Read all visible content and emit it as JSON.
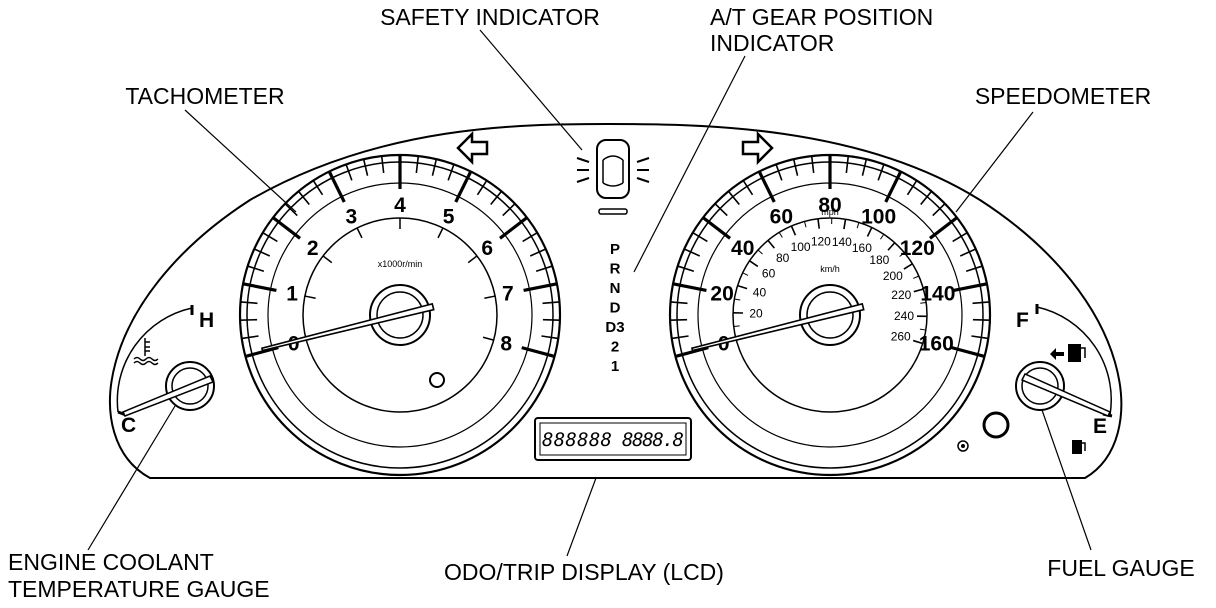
{
  "callouts": {
    "safety_indicator": "SAFETY INDICATOR",
    "gear_position_line1": "A/T GEAR POSITION",
    "gear_position_line2": "INDICATOR",
    "tachometer": "TACHOMETER",
    "speedometer": "SPEEDOMETER",
    "coolant_line1": "ENGINE COOLANT",
    "coolant_line2": "TEMPERATURE GAUGE",
    "odo_trip": "ODO/TRIP DISPLAY (LCD)",
    "fuel_gauge": "FUEL GAUGE"
  },
  "tachometer": {
    "unit": "x1000r/min",
    "numbers": [
      "0",
      "1",
      "2",
      "3",
      "4",
      "5",
      "6",
      "7",
      "8"
    ],
    "needle_value": 0
  },
  "speedometer": {
    "outer_unit": "mph",
    "inner_unit": "km/h",
    "outer_numbers": [
      "0",
      "20",
      "40",
      "60",
      "80",
      "100",
      "120",
      "140",
      "160"
    ],
    "inner_numbers": [
      "20",
      "40",
      "60",
      "80",
      "100",
      "120",
      "140",
      "160",
      "180",
      "200",
      "220",
      "240",
      "260"
    ],
    "needle_value": 0
  },
  "gear_indicator": [
    "P",
    "R",
    "N",
    "D",
    "D3",
    "2",
    "1"
  ],
  "coolant_gauge": {
    "hot_label": "H",
    "cold_label": "C",
    "icon": "coolant-temperature-icon"
  },
  "fuel": {
    "full_label": "F",
    "empty_label": "E",
    "icon": "fuel-pump-icon"
  },
  "lcd": {
    "odo": "888888",
    "trip": "8888.8"
  },
  "icons": [
    "turn-left-arrow-icon",
    "turn-right-arrow-icon",
    "safety-car-icon",
    "odo-reset-knob-icon",
    "indicator-lamp-icon"
  ]
}
